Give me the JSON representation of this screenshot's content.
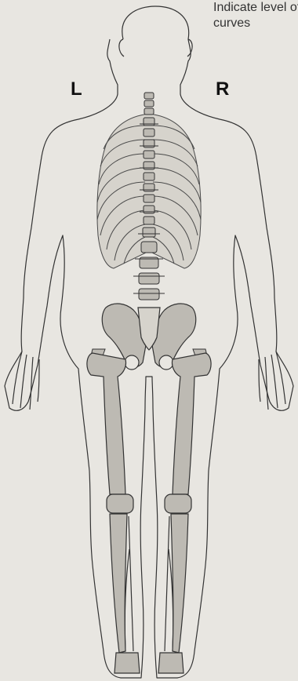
{
  "instruction": {
    "text": "Indicate level of\ncurves"
  },
  "labels": {
    "left": "L",
    "right": "R"
  },
  "colors": {
    "background": "#e8e6e1",
    "outline": "#333333",
    "bone_fill": "#bdbab3",
    "bone_light": "#d6d3cc",
    "bone_stroke": "#4a4a4a"
  }
}
